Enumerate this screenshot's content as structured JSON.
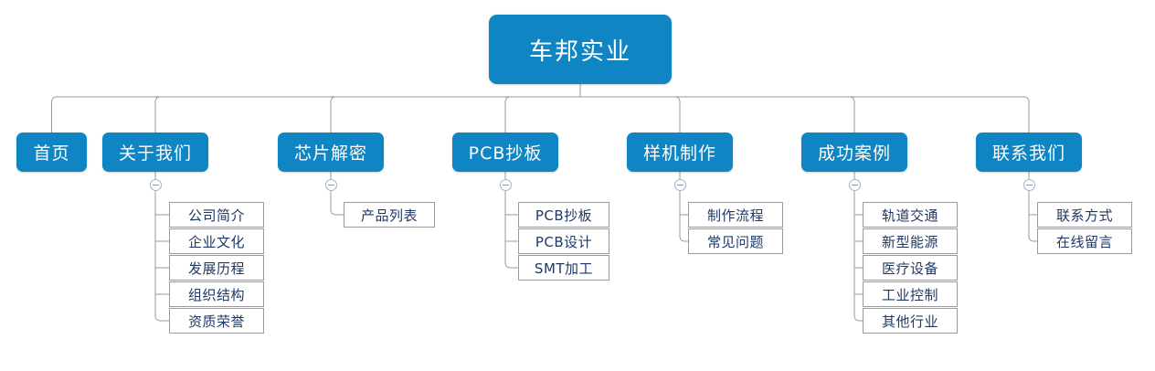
{
  "diagram": {
    "type": "tree",
    "title": "车邦实业",
    "background_color": "#ffffff",
    "node_color": "#0f85c3",
    "node_text_color": "#ffffff",
    "leaf_fill_color": "#ffffff",
    "leaf_border_color": "#9a9a9a",
    "leaf_text_color": "#1f3864",
    "connector_color": "#9a9a9a",
    "toggle_icon": "minus-circle-icon"
  },
  "root": {
    "label": "车邦实业"
  },
  "branches": [
    {
      "label": "首页",
      "has_toggle": false,
      "children": []
    },
    {
      "label": "关于我们",
      "has_toggle": true,
      "children": [
        {
          "label": "公司简介"
        },
        {
          "label": "企业文化"
        },
        {
          "label": "发展历程"
        },
        {
          "label": "组织结构"
        },
        {
          "label": "资质荣誉"
        }
      ]
    },
    {
      "label": "芯片解密",
      "has_toggle": true,
      "children": [
        {
          "label": "产品列表"
        }
      ]
    },
    {
      "label": "PCB抄板",
      "has_toggle": true,
      "children": [
        {
          "label": "PCB抄板"
        },
        {
          "label": "PCB设计"
        },
        {
          "label": "SMT加工"
        }
      ]
    },
    {
      "label": "样机制作",
      "has_toggle": true,
      "children": [
        {
          "label": "制作流程"
        },
        {
          "label": "常见问题"
        }
      ]
    },
    {
      "label": "成功案例",
      "has_toggle": true,
      "children": [
        {
          "label": "轨道交通"
        },
        {
          "label": "新型能源"
        },
        {
          "label": "医疗设备"
        },
        {
          "label": "工业控制"
        },
        {
          "label": "其他行业"
        }
      ]
    },
    {
      "label": "联系我们",
      "has_toggle": true,
      "children": [
        {
          "label": "联系方式"
        },
        {
          "label": "在线留言"
        }
      ]
    }
  ]
}
